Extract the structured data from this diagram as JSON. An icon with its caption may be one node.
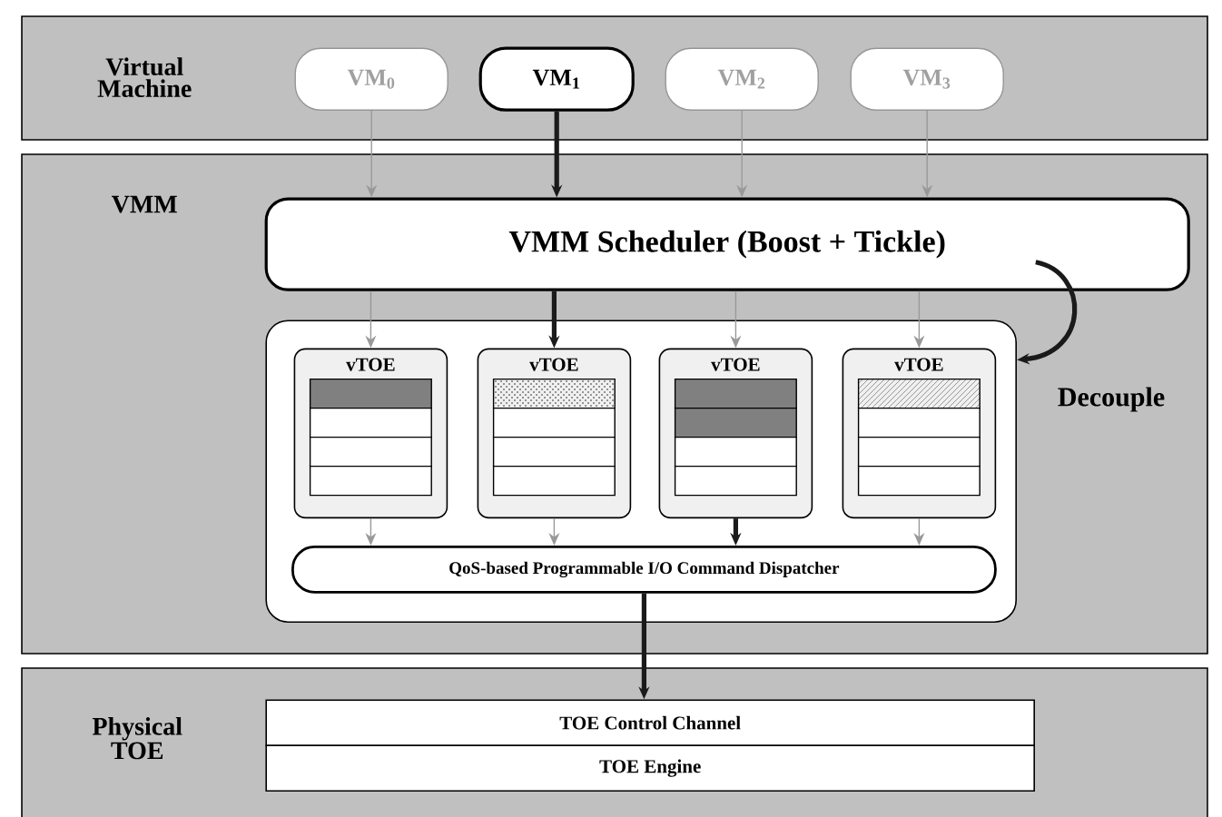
{
  "diagram": {
    "nodes": [
      {
        "text": [
          "Virtual Machine"
        ]
      },
      {
        "text": [
          "VM$_{0}$"
        ],
        "in": 0
      },
      {
        "text": [
          "VM$_{1}$"
        ],
        "in": 0
      },
      {
        "text": [
          "VM$_{2}$"
        ],
        "in": 0
      },
      {
        "text": [
          "VM$_{3}$"
        ],
        "in": 0
      },
      {
        "text": [
          "VMM"
        ]
      },
      {
        "text": [
          "VMM Scheduler (Boost + Tickle)"
        ],
        "in": 5
      },
      {
        "text": [],
        "shape": "box",
        "in": 5
      },
      {
        "text": [
          "vTOE"
        ],
        "in": 7
      },
      {
        "text": [
          "vTOE"
        ],
        "in": 7
      },
      {
        "text": [
          "vTOE"
        ],
        "in": 7
      },
      {
        "text": [
          "vTOE"
        ],
        "in": 7
      },
      {
        "text": [
          "QoS-based Programmable I/O Command Dispatcher"
        ],
        "in": 7
      },
      {
        "text": [
          "Physical TOE"
        ]
      },
      {
        "text": [
          "TOE Control Channel"
        ],
        "in": 13
      },
      {
        "text": [
          "TOE Engine"
        ],
        "in": 13
      }
    ],
    "edges": [
      {
        "from": 1,
        "to": 6,
        "arrow": "to"
      },
      {
        "from": 2,
        "to": 6,
        "arrow": "to",
        "style": "thick",
        "color": "#1a1a1a"
      },
      {
        "from": 3,
        "to": 6,
        "arrow": "to"
      },
      {
        "from": 4,
        "to": 6,
        "arrow": "to"
      },
      {
        "from": 6,
        "to": 8,
        "arrow": "to"
      },
      {
        "from": 6,
        "to": 9,
        "arrow": "to",
        "style": "thick",
        "color": "#1a1a1a"
      },
      {
        "from": 6,
        "to": 10,
        "arrow": "to"
      },
      {
        "from": 6,
        "to": 11,
        "arrow": "to"
      },
      {
        "from": 8,
        "to": 12,
        "arrow": "to"
      },
      {
        "from": 9,
        "to": 12,
        "arrow": "to"
      },
      {
        "from": 10,
        "to": 12,
        "arrow": "to",
        "style": "thick",
        "color": "#1a1a1a"
      },
      {
        "from": 11,
        "to": 12,
        "arrow": "to"
      },
      {
        "from": 12,
        "to": 14,
        "arrow": "to",
        "style": "thick",
        "color": "#1a1a1a"
      },
      {
        "from": 6,
        "to": 7,
        "arrow": "to",
        "label": "Decouple",
        "style": "thick",
        "color": "#1a1a1a"
      }
    ]
  }
}
